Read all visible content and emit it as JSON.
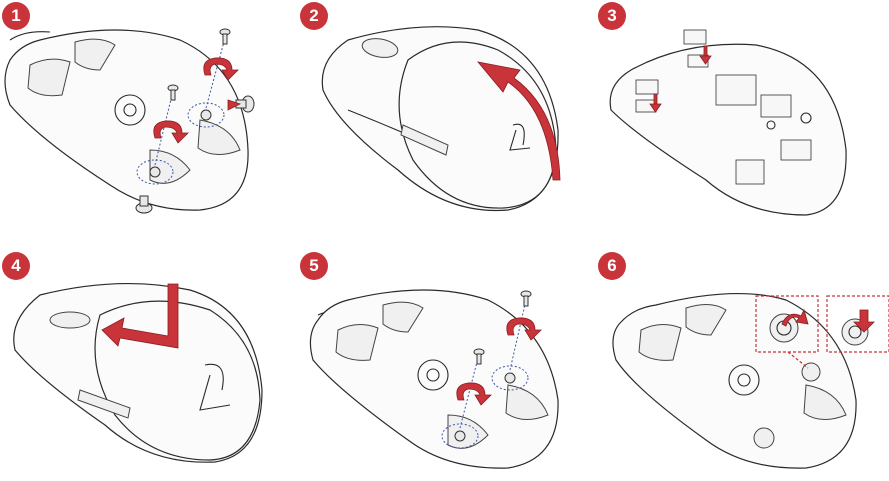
{
  "steps": [
    {
      "number": "1"
    },
    {
      "number": "2"
    },
    {
      "number": "3"
    },
    {
      "number": "4"
    },
    {
      "number": "5"
    },
    {
      "number": "6"
    }
  ],
  "colors": {
    "accent": "#c8343a",
    "dashed_marker": "#3d57a8",
    "outline": "#2a2a2a"
  },
  "icons": [
    "rotate-arrow-icon",
    "screw-icon",
    "lift-arrow-icon",
    "insert-arrow-icon",
    "rog-logo-icon"
  ]
}
